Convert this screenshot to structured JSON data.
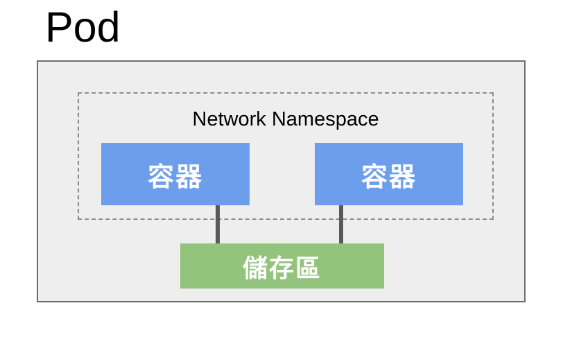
{
  "title": {
    "text": "Pod"
  },
  "pod_box": {
    "fill": "#eeeeee",
    "border_color": "#6e6e6e"
  },
  "network_namespace": {
    "label": "Network Namespace",
    "border_color": "#8c8c8c",
    "border_style": "dashed"
  },
  "containers": [
    {
      "label": "容器",
      "fill": "#6d9eeb",
      "text_color": "#ffffff"
    },
    {
      "label": "容器",
      "fill": "#6d9eeb",
      "text_color": "#ffffff"
    }
  ],
  "storage": {
    "label": "儲存區",
    "fill": "#93c47d",
    "text_color": "#ffffff"
  },
  "connectors": [
    {
      "name": "container-1-to-storage",
      "color": "#595959"
    },
    {
      "name": "container-2-to-storage",
      "color": "#595959"
    }
  ]
}
